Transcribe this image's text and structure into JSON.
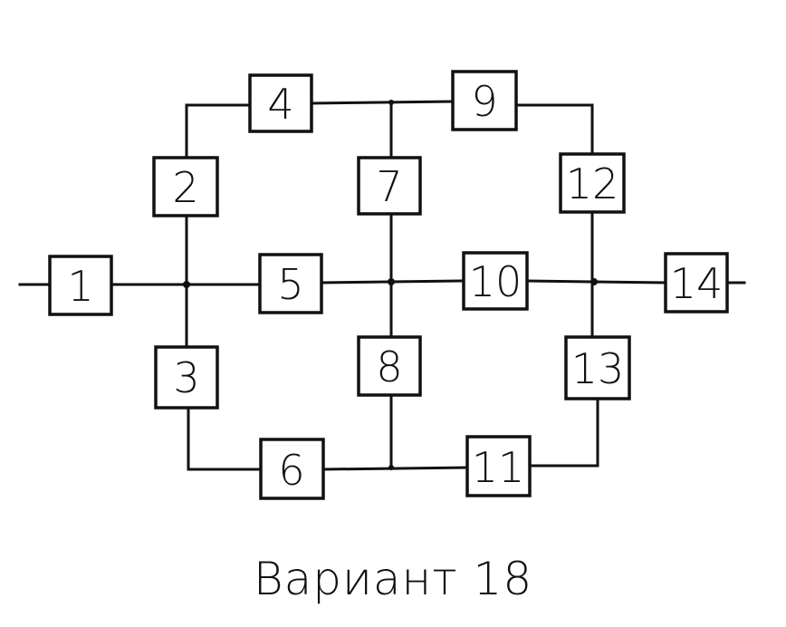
{
  "blocks": [
    {
      "id": "b1",
      "label": "1"
    },
    {
      "id": "b2",
      "label": "2"
    },
    {
      "id": "b3",
      "label": "3"
    },
    {
      "id": "b4",
      "label": "4"
    },
    {
      "id": "b5",
      "label": "5"
    },
    {
      "id": "b6",
      "label": "6"
    },
    {
      "id": "b7",
      "label": "7"
    },
    {
      "id": "b8",
      "label": "8"
    },
    {
      "id": "b9",
      "label": "9"
    },
    {
      "id": "b10",
      "label": "10"
    },
    {
      "id": "b11",
      "label": "11"
    },
    {
      "id": "b12",
      "label": "12"
    },
    {
      "id": "b13",
      "label": "13"
    },
    {
      "id": "b14",
      "label": "14"
    }
  ],
  "caption": "Вариант 18",
  "colors": {
    "line": "#111111",
    "background": "#ffffff"
  }
}
